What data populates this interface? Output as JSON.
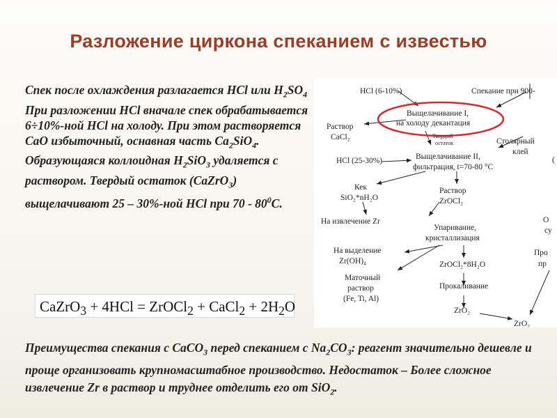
{
  "slide": {
    "title": "Разложение циркона спеканием с известью"
  },
  "left_text": {
    "p1_a": "Спек после охлаждения разлагается HCl или H",
    "p1_sub": "2",
    "p1_b": "SO",
    "p1_sub2": "4",
    "p2_a": "При разложении HCl вначале спек обрабатывается 6÷10%-ной HCl на холоду. При этом растворяется CaO избыточный, оснавная часть Ca",
    "p2_sub1": "2",
    "p2_b": "SiO",
    "p2_sub2": "4",
    "p2_c": ". Образующаяся коллоидная H",
    "p2_sub3": "2",
    "p2_d": "SiO",
    "p2_sub4": "3",
    "p2_e": " удаляется с раствором. Твердый остаток (CaZrO",
    "p2_sub5": "3",
    "p2_f": ") выщелачивают 25 – 30%-ной HCl при 70 - 80",
    "p2_sup": "0",
    "p2_g": "С."
  },
  "equation": {
    "a": "CaZrO",
    "s1": "3",
    "b": " + 4HCl = ZrOCl",
    "s2": "2",
    "c": " + CaCl",
    "s3": "2",
    "d": " + 2H",
    "s4": "2",
    "e": "O"
  },
  "flowchart": {
    "hcl_top": "HCl (6-10%)",
    "sinter": "Спекание при 900-",
    "leach1_line1": "Выщелачивание I,",
    "leach1_line2": "на холоду декантация",
    "solid_line1": "Твердый",
    "solid_line2": "остаток",
    "cacl2_line1": "Раствор",
    "cacl2_line2": "CaCl₂",
    "glue_line1": "Столярный",
    "glue_line2": "клей",
    "hcl_mid": "HCl (25-30%)",
    "leach2_line1": "Выщелачивание II,",
    "leach2_line2": "фильтрация, t=70-80 °C",
    "cake_line1": "Кек",
    "cake_line2": "SiO₂*nH₂O",
    "zrocl2_line1": "Раствор",
    "zrocl2_line2": "ZrOCl₂",
    "zr_extract": "На извлечение Zr",
    "evap_line1": "Упаривание,",
    "evap_line2": "кристаллизация",
    "zroh_line1": "На выделение",
    "zroh_line2": "Zr(OH)₄",
    "crystal": "ZrOCl₂*8H₂O",
    "mother_line1": "Маточный",
    "mother_line2": "раствор",
    "mother_line3": "(Fe, Ti, Al)",
    "calcine": "Прокаливание",
    "zro2_a": "ZrO₂",
    "zro2_b": "ZrO₂",
    "edge_1": "O",
    "edge_2": "су",
    "edge_3": "Про",
    "edge_4": "пр",
    "edge_5": "("
  },
  "bottom_text": {
    "a": "Преимущества спекания с CaCO",
    "s1": "3",
    "b": " перед спеканием с Na",
    "s2": "2",
    "c": "CO",
    "s3": "3",
    "d": ": реагент значительно дешевле и проще организовать крупномасштабное производство. Недостаток – Более сложное извлечение Zr в раствор и труднее отделить его от SiO",
    "s4": "2",
    "e": "."
  },
  "colors": {
    "title": "#9b3e25",
    "highlight_ellipse": "#d9262c"
  }
}
